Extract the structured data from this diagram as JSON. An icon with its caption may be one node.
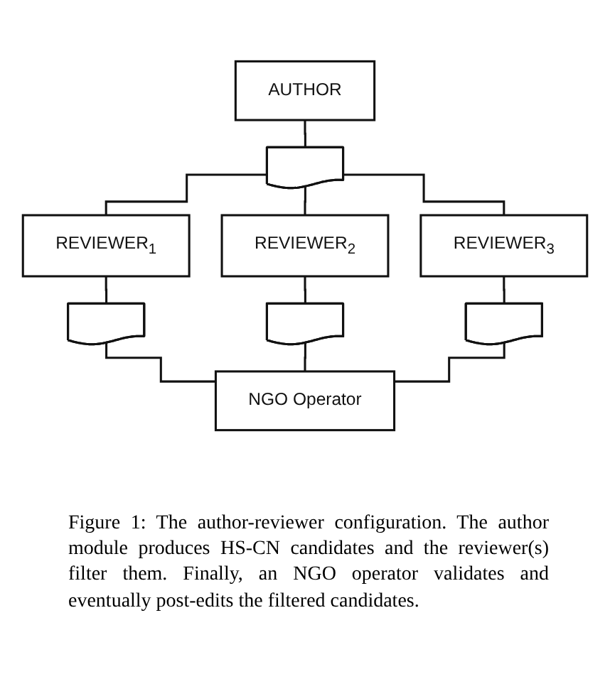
{
  "diagram": {
    "caption": "Figure 1: The author-reviewer configuration. The author module produces HS-CN candidates and the reviewer(s) filter them. Finally, an NGO operator validates and eventually post-edits the filtered candidates.",
    "nodes": [
      {
        "text": [
          "AUTHOR"
        ]
      },
      {
        "text": [],
        "shape": "document"
      },
      {
        "text": [
          "REVIEWER$_{1}$"
        ]
      },
      {
        "text": [
          "REVIEWER$_{2}$"
        ]
      },
      {
        "text": [
          "REVIEWER$_{3}$"
        ]
      },
      {
        "text": [],
        "shape": "document"
      },
      {
        "text": [],
        "shape": "document"
      },
      {
        "text": [],
        "shape": "document"
      },
      {
        "text": [
          "NGO Operator"
        ]
      }
    ],
    "edges": [
      {
        "from": 0,
        "to": 1,
        "arrow": "none"
      },
      {
        "from": 1,
        "to": 2,
        "arrow": "none"
      },
      {
        "from": 1,
        "to": 3,
        "arrow": "none"
      },
      {
        "from": 1,
        "to": 4,
        "arrow": "none"
      },
      {
        "from": 2,
        "to": 5,
        "arrow": "none"
      },
      {
        "from": 3,
        "to": 6,
        "arrow": "none"
      },
      {
        "from": 4,
        "to": 7,
        "arrow": "none"
      },
      {
        "from": 5,
        "to": 8,
        "arrow": "none"
      },
      {
        "from": 6,
        "to": 8,
        "arrow": "none"
      },
      {
        "from": 7,
        "to": 8,
        "arrow": "none"
      }
    ]
  }
}
